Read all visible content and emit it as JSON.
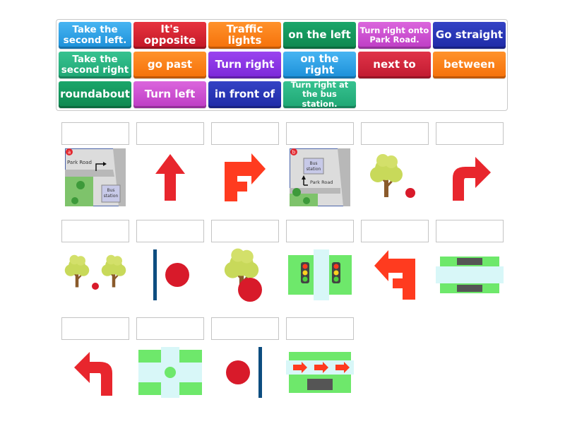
{
  "tiles": [
    {
      "id": "take-second-left",
      "lines": [
        "Take the",
        "second left."
      ],
      "color": "blue"
    },
    {
      "id": "its-opposite",
      "lines": [
        "It's opposite"
      ],
      "color": "red"
    },
    {
      "id": "traffic-lights",
      "lines": [
        "Traffic lights"
      ],
      "color": "orange"
    },
    {
      "id": "on-the-left",
      "lines": [
        "on the left"
      ],
      "color": "green"
    },
    {
      "id": "turn-right-onto",
      "lines": [
        "Turn right onto",
        "Park Road."
      ],
      "color": "pink"
    },
    {
      "id": "go-straight",
      "lines": [
        "Go straight"
      ],
      "color": "navy"
    },
    {
      "id": "take-second-right",
      "lines": [
        "Take the",
        "second right"
      ],
      "color": "sea"
    },
    {
      "id": "go-past",
      "lines": [
        "go past"
      ],
      "color": "orange"
    },
    {
      "id": "turn-right",
      "lines": [
        "Turn right"
      ],
      "color": "purple"
    },
    {
      "id": "on-the-right",
      "lines": [
        "on the right"
      ],
      "color": "blue"
    },
    {
      "id": "next-to",
      "lines": [
        "next to"
      ],
      "color": "crimson"
    },
    {
      "id": "between",
      "lines": [
        "between"
      ],
      "color": "orange"
    },
    {
      "id": "roundabout",
      "lines": [
        "roundabout"
      ],
      "color": "green"
    },
    {
      "id": "turn-left",
      "lines": [
        "Turn left"
      ],
      "color": "pink"
    },
    {
      "id": "in-front-of",
      "lines": [
        "in front of"
      ],
      "color": "navy"
    },
    {
      "id": "turn-right-at",
      "lines": [
        "Turn right at",
        "the bus station."
      ],
      "color": "sea"
    }
  ],
  "pictures": [
    {
      "id": "map-a",
      "badge": "a",
      "labels": [
        "Park Road",
        "Bus",
        "station"
      ]
    },
    {
      "id": "straight-arrow"
    },
    {
      "id": "second-right-arrow"
    },
    {
      "id": "map-b",
      "badge": "b",
      "labels": [
        "Bus",
        "station",
        "Park Road"
      ]
    },
    {
      "id": "next-to-tree"
    },
    {
      "id": "right-turn-arrow"
    },
    {
      "id": "between-trees"
    },
    {
      "id": "on-the-left-line"
    },
    {
      "id": "in-front-of-tree"
    },
    {
      "id": "traffic-lights-road"
    },
    {
      "id": "second-left-arrow"
    },
    {
      "id": "opposite-road"
    },
    {
      "id": "left-turn-arrow"
    },
    {
      "id": "roundabout-road"
    },
    {
      "id": "on-the-right-line"
    },
    {
      "id": "go-past-road"
    }
  ],
  "colors": {
    "blue": "#2aa0e3",
    "red": "#d02030",
    "orange": "#f97e16",
    "green": "#159a5e",
    "pink": "#cc4fd0",
    "navy": "#2836b5",
    "sea": "#2bb582",
    "purple": "#8a35e4",
    "crimson": "#d0233b",
    "arrow": "#e8262d",
    "line": "#0d4d80",
    "road": "#6ee86b"
  }
}
